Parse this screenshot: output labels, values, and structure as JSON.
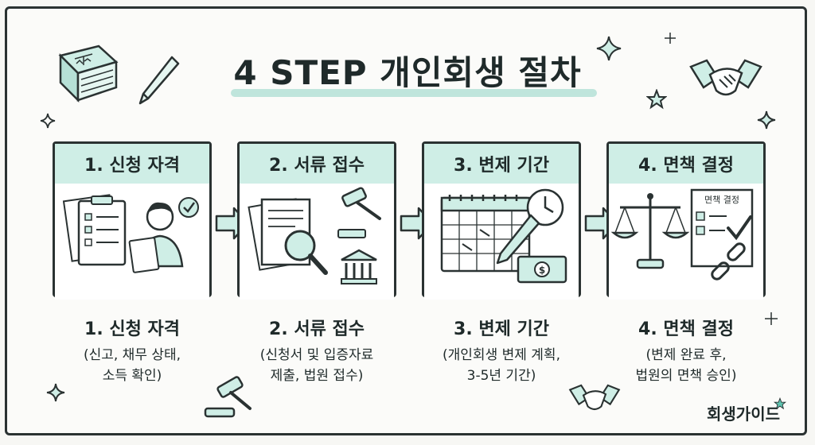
{
  "title": "4 STEP 개인회생 절차",
  "colors": {
    "accent": "#cfeee6",
    "underline": "#bfe5dc",
    "line": "#2a3232"
  },
  "steps": [
    {
      "card_title": "1. 신청 자격",
      "caption_title": "1. 신청 자격",
      "caption_lines": [
        "(신고, 채무 상태,",
        "소득 확인)"
      ],
      "icons": [
        "clipboard-icon",
        "person-icon",
        "checkmark-icon"
      ]
    },
    {
      "card_title": "2. 서류 접수",
      "caption_title": "2. 서류 접수",
      "caption_lines": [
        "(신청서 및 입증자료",
        "제출, 법원 접수)"
      ],
      "icons": [
        "documents-icon",
        "magnifier-icon",
        "gavel-icon",
        "court-icon"
      ]
    },
    {
      "card_title": "3. 변제 기간",
      "caption_title": "3. 변제 기간",
      "caption_lines": [
        "(개인회생 변제 계획,",
        "3-5년 기간)"
      ],
      "icons": [
        "calendar-icon",
        "clock-icon",
        "pencil-icon",
        "money-icon"
      ]
    },
    {
      "card_title": "4. 면책 결정",
      "caption_title": "4. 면책 결정",
      "caption_lines": [
        "(변제 완료 후,",
        "법원의 면책 승인)"
      ],
      "note_text": "면책 결정",
      "icons": [
        "scales-icon",
        "checklist-icon",
        "broken-chain-icon"
      ]
    }
  ],
  "brand": "회생가이드"
}
